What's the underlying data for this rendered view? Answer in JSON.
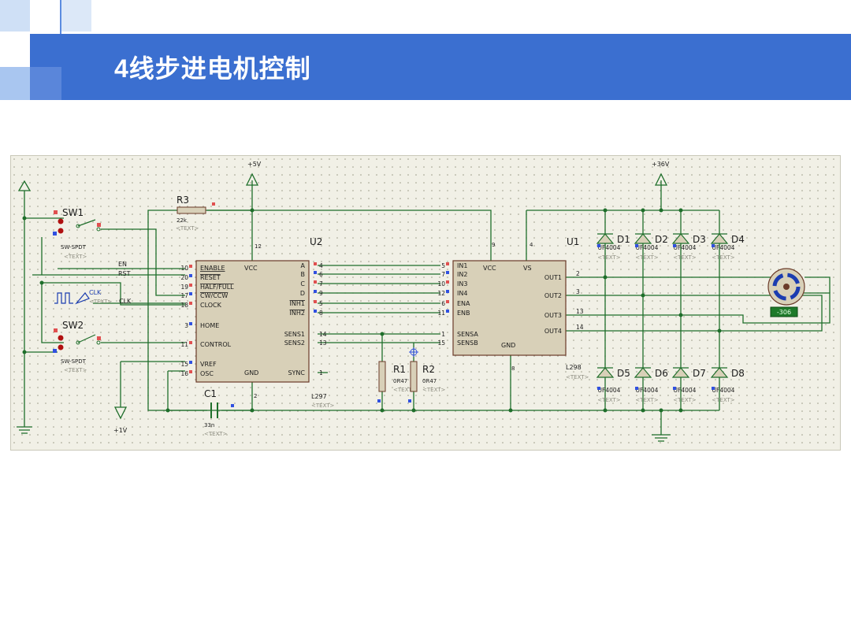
{
  "slide": {
    "title": "4线步进电机控制"
  },
  "schematic": {
    "power": {
      "v5": "+5V",
      "v36": "+36V",
      "v1": "+1V"
    },
    "placeholder": "<TEXT>",
    "sw1": {
      "ref": "SW1",
      "model": "SW-SPDT"
    },
    "sw2": {
      "ref": "SW2",
      "model": "SW-SPDT"
    },
    "r3": {
      "ref": "R3",
      "value": "22k"
    },
    "c1": {
      "ref": "C1",
      "value": "33n"
    },
    "r1": {
      "ref": "R1",
      "value": "0R47"
    },
    "r2": {
      "ref": "R2",
      "value": "0R47"
    },
    "clk_source": {
      "name": "CLK",
      "net": "CLK"
    },
    "nets": {
      "en": "EN",
      "rst": "RST"
    },
    "u2": {
      "ref": "U2",
      "part": "L297",
      "left_pins": [
        {
          "num": "10",
          "name": "ENABLE"
        },
        {
          "num": "20",
          "name": "RESET"
        },
        {
          "num": "19",
          "name": "HALF/FULL"
        },
        {
          "num": "17",
          "name": "CW/CCW"
        },
        {
          "num": "18",
          "name": "CLOCK"
        },
        {
          "num": "3",
          "name": "HOME"
        },
        {
          "num": "11",
          "name": "CONTROL"
        },
        {
          "num": "15",
          "name": "VREF"
        },
        {
          "num": "16",
          "name": "OSC"
        }
      ],
      "right_pins": [
        {
          "num": "4",
          "name": "A"
        },
        {
          "num": "6",
          "name": "B"
        },
        {
          "num": "7",
          "name": "C"
        },
        {
          "num": "9",
          "name": "D"
        },
        {
          "num": "5",
          "name": "INH1"
        },
        {
          "num": "8",
          "name": "INH2"
        },
        {
          "num": "14",
          "name": "SENS1"
        },
        {
          "num": "13",
          "name": "SENS2"
        },
        {
          "num": "1",
          "name": "SYNC"
        }
      ],
      "vcc": {
        "num": "12",
        "name": "VCC"
      },
      "gnd": {
        "num": "2",
        "name": "GND"
      }
    },
    "u1": {
      "ref": "U1",
      "part": "L298",
      "left_pins": [
        {
          "num": "5",
          "name": "IN1"
        },
        {
          "num": "7",
          "name": "IN2"
        },
        {
          "num": "10",
          "name": "IN3"
        },
        {
          "num": "12",
          "name": "IN4"
        },
        {
          "num": "6",
          "name": "ENA"
        },
        {
          "num": "11",
          "name": "ENB"
        },
        {
          "num": "1",
          "name": "SENSA"
        },
        {
          "num": "15",
          "name": "SENSB"
        }
      ],
      "right_pins": [
        {
          "num": "2",
          "name": "OUT1"
        },
        {
          "num": "3",
          "name": "OUT2"
        },
        {
          "num": "13",
          "name": "OUT3"
        },
        {
          "num": "14",
          "name": "OUT4"
        }
      ],
      "vcc": {
        "num": "9",
        "name": "VCC"
      },
      "vs": {
        "num": "4",
        "name": "VS"
      },
      "gnd": {
        "num": "8",
        "name": "GND"
      }
    },
    "diodes_top": [
      {
        "ref": "D1",
        "model": "UF4004"
      },
      {
        "ref": "D2",
        "model": "UF4004"
      },
      {
        "ref": "D3",
        "model": "UF4004"
      },
      {
        "ref": "D4",
        "model": "UF4004"
      }
    ],
    "diodes_bottom": [
      {
        "ref": "D5",
        "model": "UF4004"
      },
      {
        "ref": "D6",
        "model": "UF4004"
      },
      {
        "ref": "D7",
        "model": "UF4004"
      },
      {
        "ref": "D8",
        "model": "UF4004"
      }
    ],
    "motor": {
      "readout": "-306"
    }
  }
}
